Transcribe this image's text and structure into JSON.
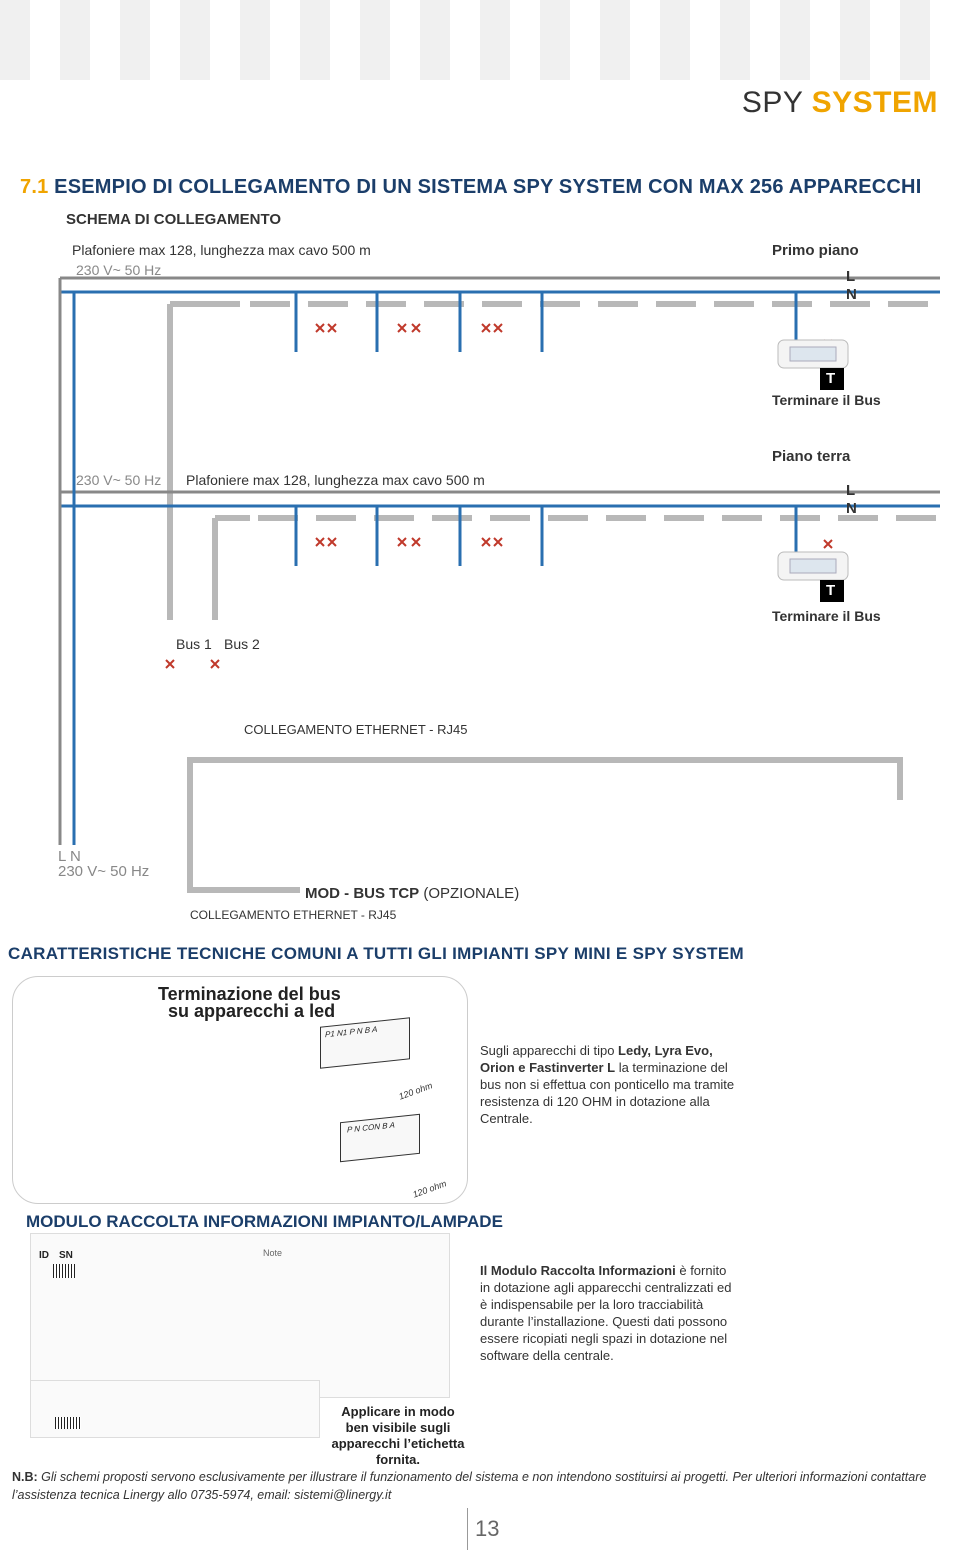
{
  "header": {
    "brand_light": "SPY ",
    "brand_bold": "SYSTEM"
  },
  "section": {
    "number": "7.1",
    "title": "ESEMPIO DI COLLEGAMENTO DI UN SISTEMA SPY SYSTEM CON MAX 256 APPARECCHI",
    "subtitle": "SCHEMA DI COLLEGAMENTO"
  },
  "diagram": {
    "floor1_desc": "Plafoniere max 128, lunghezza max cavo 500 m",
    "floor1_supply": "230 V~ 50 Hz",
    "floor1_name": "Primo piano",
    "floor2_supply": "230 V~ 50 Hz",
    "floor2_desc": "Plafoniere max 128, lunghezza max cavo 500 m",
    "floor2_name": "Piano terra",
    "line_l": "L",
    "line_n": "N",
    "terminal_letter": "T",
    "terminate_label": "Terminare il Bus",
    "bus1": "Bus 1",
    "bus2": "Bus 2",
    "ethernet_top": "COLLEGAMENTO ETHERNET - RJ45",
    "ln_label": "L N",
    "main_supply": "230 V~ 50 Hz",
    "modbus_bold": "MOD - BUS  TCP",
    "modbus_light": " (OPZIONALE)",
    "ethernet_bottom": "COLLEGAMENTO ETHERNET - RJ45"
  },
  "characteristics": {
    "title": "CARATTERISTICHE TECNICHE COMUNI A TUTTI GLI IMPIANTI SPY MINI E SPY SYSTEM",
    "termination_title_1": "Terminazione del bus",
    "termination_title_2": "su apparecchi a led",
    "connector1_pins": "P1  N1  P  N  B  A",
    "connector2_pins": "P  N  CON  B  A",
    "resistor_label": "120 ohm",
    "desc_1": "Sugli apparecchi di tipo ",
    "desc_models": "Ledy, Lyra Evo, Orion e Fastinverter L",
    "desc_2": " la terminazione del bus non si effettua con ponticello ma tramite resistenza di 120 OHM in dotazione alla Centrale."
  },
  "module": {
    "title": "MODULO RACCOLTA INFORMAZIONI IMPIANTO/LAMPADE",
    "col_id": "ID",
    "col_sn": "SN",
    "col_note": "Note",
    "desc_1": "Il Modulo Raccolta Informazioni",
    "desc_2": " è fornito in dotazione agli apparecchi centralizzati ed è indispensabile per la loro tracciabilità durante l’installazione. Questi dati possono essere ricopiati negli spazi in dotazione nel software della centrale.",
    "apply_label": "Applicare in modo ben visibile sugli apparecchi l’etichetta fornita."
  },
  "footer": {
    "note_prefix": "N.B: ",
    "note_text": "Gli schemi proposti servono esclusivamente per illustrare il funzionamento del sistema e non intendono sostituirsi ai progetti. Per ulteriori informazioni contattare l’assistenza tecnica Linergy allo 0735-5974, email: sistemi@linergy.it",
    "page_number": "13"
  },
  "colors": {
    "accent": "#f0a400",
    "heading": "#1b3e6a",
    "neutral_wire": "#2a6fb0",
    "bus_wire": "#c0392b",
    "conduit": "#b8b8b8"
  }
}
